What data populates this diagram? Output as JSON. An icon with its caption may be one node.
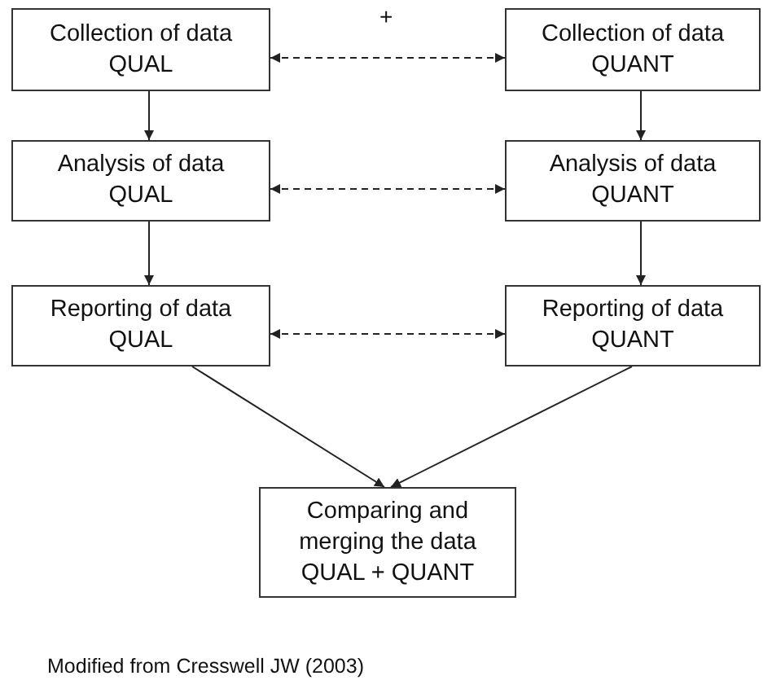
{
  "diagram": {
    "caption": "Modified from Cresswell JW (2003)",
    "nodes": [
      {
        "text": [
          "Collection of data",
          "QUAL"
        ]
      },
      {
        "text": [
          "Collection of data",
          "QUANT"
        ]
      },
      {
        "text": [
          "Analysis of data",
          "QUAL"
        ]
      },
      {
        "text": [
          "Analysis of data",
          "QUANT"
        ]
      },
      {
        "text": [
          "Reporting of data",
          "QUAL"
        ]
      },
      {
        "text": [
          "Reporting of data",
          "QUANT"
        ]
      },
      {
        "text": [
          "Comparing and merging the data",
          "QUAL + QUANT"
        ]
      }
    ],
    "edges": [
      {
        "from": 0,
        "to": 1,
        "arrow": "both",
        "style": "dashed"
      },
      {
        "from": 0,
        "to": 2,
        "arrow": "to"
      },
      {
        "from": 1,
        "to": 3,
        "arrow": "to"
      },
      {
        "from": 2,
        "to": 3,
        "arrow": "both",
        "style": "dashed"
      },
      {
        "from": 2,
        "to": 4,
        "arrow": "to"
      },
      {
        "from": 3,
        "to": 5,
        "arrow": "to"
      },
      {
        "from": 4,
        "to": 5,
        "arrow": "both",
        "style": "dashed"
      },
      {
        "from": 4,
        "to": 6,
        "arrow": "to"
      },
      {
        "from": 5,
        "to": 6,
        "arrow": "to"
      }
    ],
    "labels": [
      "+"
    ]
  }
}
